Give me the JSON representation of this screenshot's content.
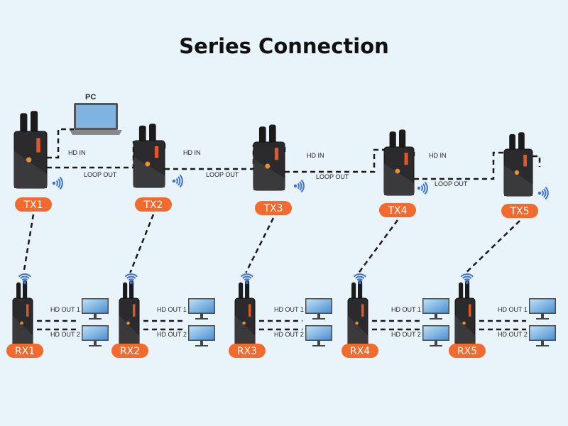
{
  "title": "Series Connection",
  "colors": {
    "badge": "#f26a2e",
    "wifi": "#3a6fd8",
    "line": "#1a1a1a",
    "bg": "#e9f3fa"
  },
  "pc": {
    "label": "PC"
  },
  "transmitters": [
    {
      "id": "TX1",
      "in_label": "HD IN",
      "out_label": "LOOP OUT"
    },
    {
      "id": "TX2",
      "in_label": "HD IN",
      "out_label": "LOOP OUT"
    },
    {
      "id": "TX3",
      "in_label": "HD IN",
      "out_label": "LOOP OUT"
    },
    {
      "id": "TX4",
      "in_label": "HD IN",
      "out_label": "LOOP OUT"
    },
    {
      "id": "TX5"
    }
  ],
  "receivers": [
    {
      "id": "RX1",
      "out1": "HD OUT 1",
      "out2": "HD OUT 2"
    },
    {
      "id": "RX2",
      "out1": "HD OUT 1",
      "out2": "HD OUT 2"
    },
    {
      "id": "RX3",
      "out1": "HD OUT 1",
      "out2": "HD OUT 2"
    },
    {
      "id": "RX4",
      "out1": "HD OUT 1",
      "out2": "HD OUT 2"
    },
    {
      "id": "RX5",
      "out1": "HD OUT 1",
      "out2": "HD OUT 2"
    }
  ],
  "icons": {
    "transmitter": "transmitter-device-icon",
    "receiver": "receiver-device-icon",
    "monitor": "monitor-icon",
    "laptop": "laptop-icon",
    "wifi": "wifi-signal-icon"
  }
}
